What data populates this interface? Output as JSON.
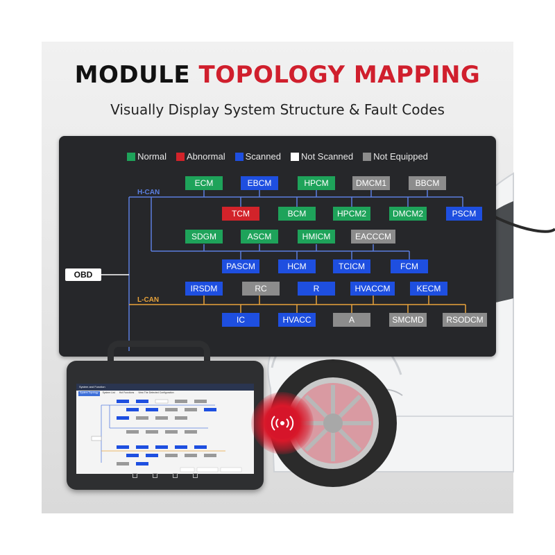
{
  "headline": {
    "black": "MODULE",
    "red": "TOPOLOGY MAPPING"
  },
  "subtitle": "Visually Display System Structure & Fault Codes",
  "colors": {
    "normal": "#1ea35a",
    "abnormal": "#d2232a",
    "scanned": "#1e4fe0",
    "not_scanned": "#ffffff",
    "not_equipped": "#8c8c8c",
    "accent_red": "#d01f2d",
    "hcan_line": "#5b7fe0",
    "lcan_line": "#e8a33b"
  },
  "legend": [
    {
      "label": "Normal",
      "status": "normal"
    },
    {
      "label": "Abnormal",
      "status": "abnormal"
    },
    {
      "label": "Scanned",
      "status": "scanned"
    },
    {
      "label": "Not Scanned",
      "status": "not_scanned"
    },
    {
      "label": "Not Equipped",
      "status": "not_equipped"
    }
  ],
  "buses": {
    "hcan": "H-CAN",
    "lcan": "L-CAN"
  },
  "obd": "OBD",
  "modules": {
    "ecm": "ECM",
    "ebcm": "EBCM",
    "hpcm": "HPCM",
    "dmcm1": "DMCM1",
    "bbcm": "BBCM",
    "tcm": "TCM",
    "bcm": "BCM",
    "hpcm2": "HPCM2",
    "dmcm2": "DMCM2",
    "pscm": "PSCM",
    "sdgm": "SDGM",
    "ascm": "ASCM",
    "hmicm": "HMICM",
    "eacccm": "EACCCM",
    "pascm": "PASCM",
    "hcm": "HCM",
    "tcicm": "TCICM",
    "fcm": "FCM",
    "irsdm": "IRSDM",
    "rc": "RC",
    "r": "R",
    "hvaccm": "HVACCM",
    "kecm": "KECM",
    "ic": "IC",
    "hvacc": "HVACC",
    "a": "A",
    "smcmd": "SMCMD",
    "rsodcm": "RSODCM"
  },
  "tablet": {
    "title": "System and Function",
    "tabs": [
      "System Topology",
      "System List",
      "Hot Functions",
      "View The Detected Configuration"
    ]
  }
}
